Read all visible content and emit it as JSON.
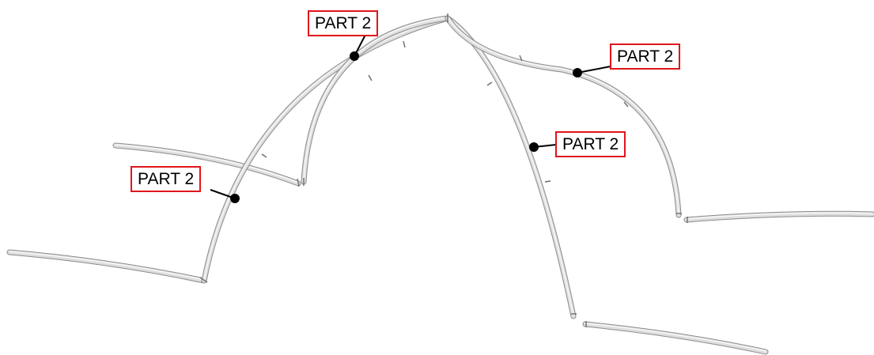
{
  "colors": {
    "callout_border": "#e0151b",
    "tube_fill": "#dedede",
    "tube_outline": "#8c8c8c",
    "leader": "#000000"
  },
  "callouts": [
    {
      "label": "PART 2"
    },
    {
      "label": "PART 2"
    },
    {
      "label": "PART 2"
    },
    {
      "label": "PART 2"
    }
  ]
}
